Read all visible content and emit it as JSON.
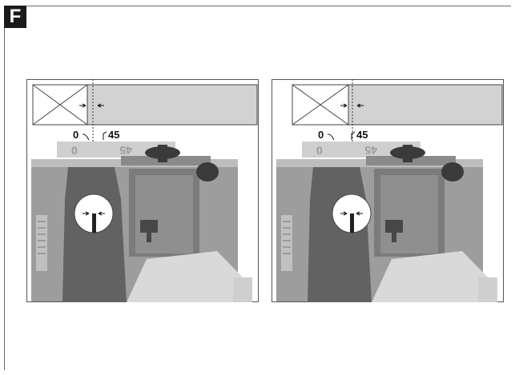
{
  "figure": {
    "label": "F",
    "panels": [
      {
        "id": "left",
        "mark_zero": "0",
        "mark_angle": "45",
        "scale_left": "0",
        "scale_right": "45"
      },
      {
        "id": "right",
        "mark_zero": "0",
        "mark_angle": "45",
        "scale_left": "0",
        "scale_right": "45"
      }
    ]
  }
}
